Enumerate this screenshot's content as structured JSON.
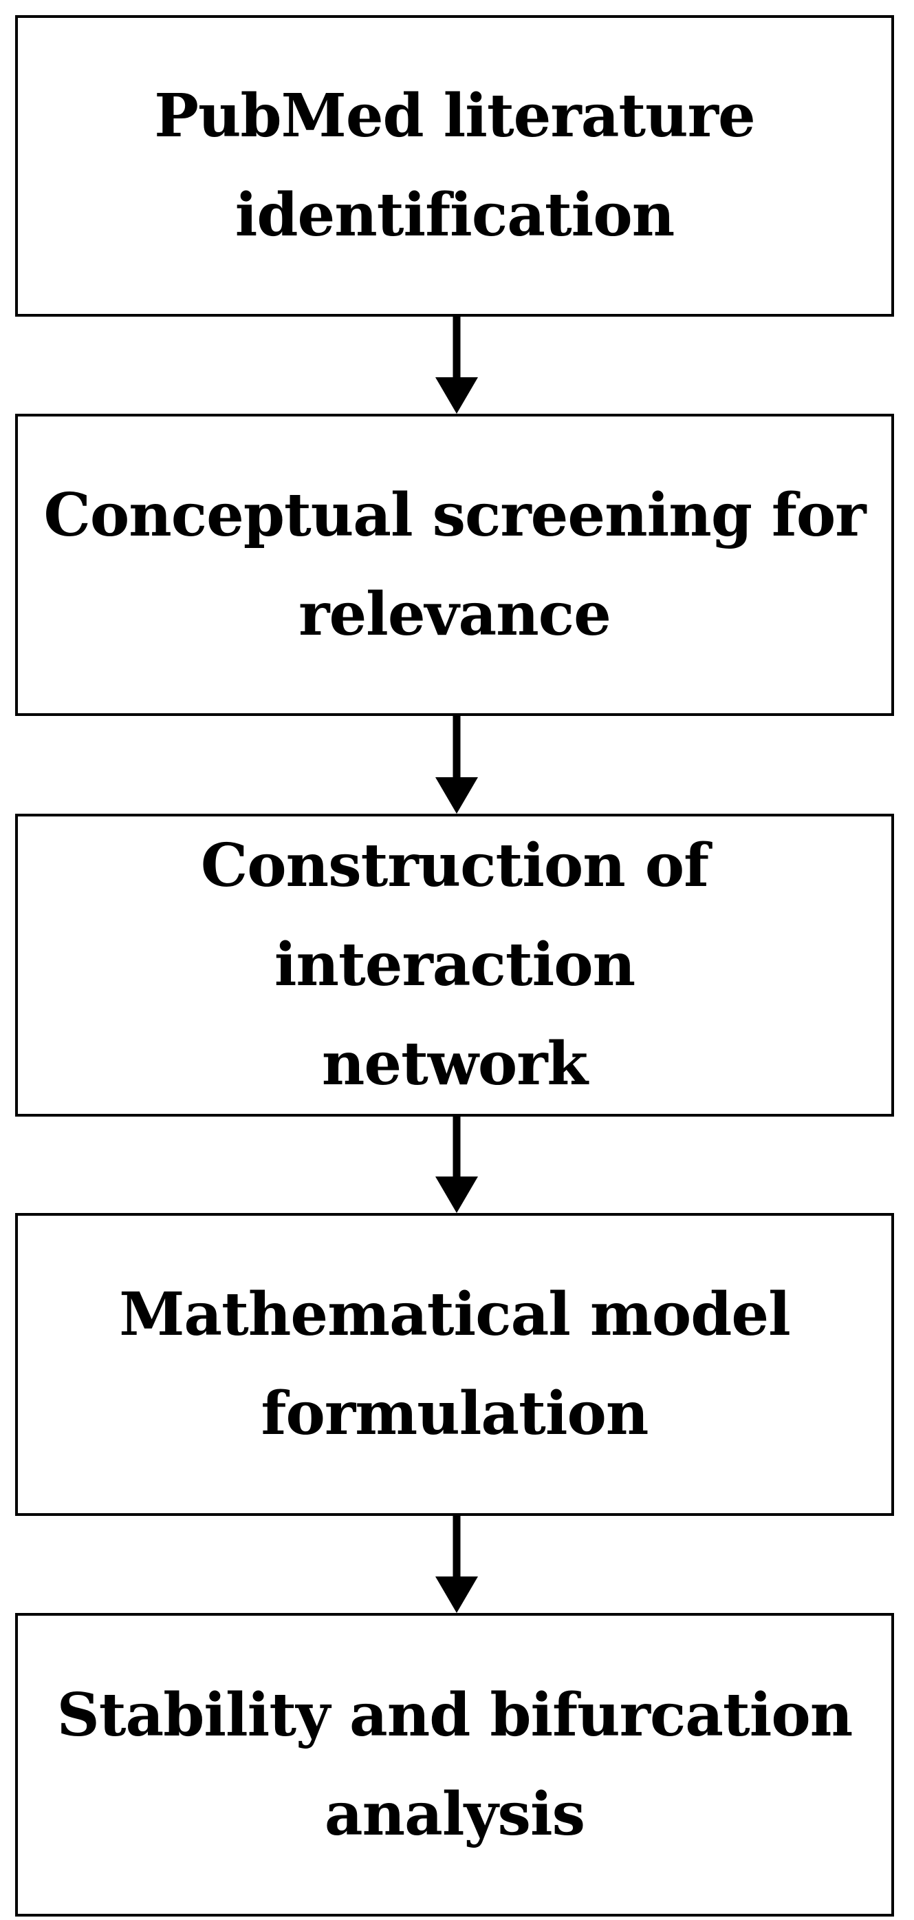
{
  "flowchart": {
    "steps": [
      {
        "line1": "PubMed literature",
        "line2": "identification"
      },
      {
        "line1": "Conceptual screening for",
        "line2": "relevance"
      },
      {
        "line1": "Construction of interaction",
        "line2": "network"
      },
      {
        "line1": "Mathematical model",
        "line2": "formulation"
      },
      {
        "line1": "Stability and bifurcation",
        "line2": "analysis"
      }
    ],
    "colors": {
      "border": "#000000",
      "arrow": "#000000",
      "text": "#000000",
      "background": "#ffffff"
    }
  }
}
